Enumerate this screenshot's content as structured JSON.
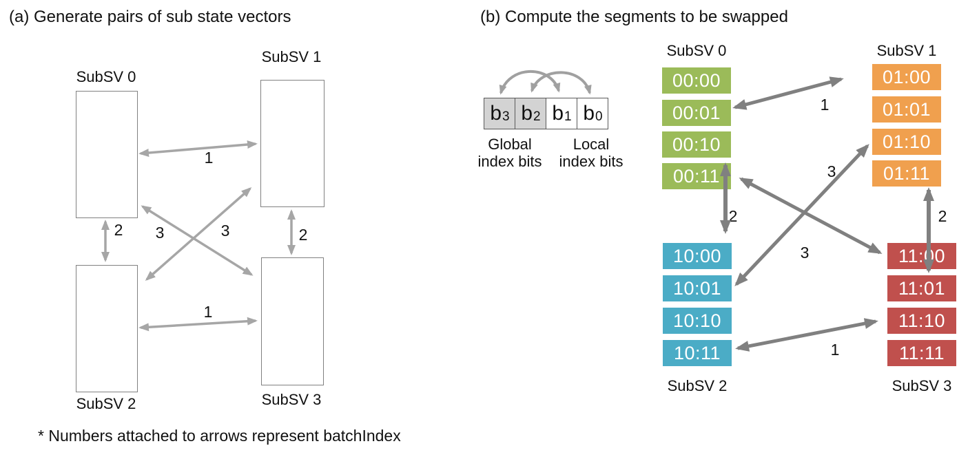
{
  "panel_a": {
    "title": "(a) Generate pairs of sub state vectors",
    "boxes": [
      "SubSV 0",
      "SubSV 1",
      "SubSV 2",
      "SubSV 3"
    ],
    "arrows": [
      {
        "label": "1",
        "between": "SubSV 0 and SubSV 1"
      },
      {
        "label": "1",
        "between": "SubSV 2 and SubSV 3"
      },
      {
        "label": "2",
        "between": "SubSV 0 and SubSV 2"
      },
      {
        "label": "2",
        "between": "SubSV 1 and SubSV 3"
      },
      {
        "label": "3",
        "between": "SubSV 1 and SubSV 2"
      },
      {
        "label": "3",
        "between": "SubSV 0 and SubSV 3"
      }
    ]
  },
  "panel_b": {
    "title": "(b) Compute the segments to be swapped",
    "bit_boxes": [
      {
        "base": "b",
        "sub": "3",
        "shaded": true
      },
      {
        "base": "b",
        "sub": "2",
        "shaded": true
      },
      {
        "base": "b",
        "sub": "1",
        "shaded": false
      },
      {
        "base": "b",
        "sub": "0",
        "shaded": false
      }
    ],
    "bit_group_labels": [
      {
        "text": "Global\nindex bits"
      },
      {
        "text": "Local\nindex bits"
      }
    ],
    "columns": [
      {
        "name": "SubSV 0",
        "color": "#9BBB59",
        "cells": [
          "00:00",
          "00:01",
          "00:10",
          "00:11"
        ]
      },
      {
        "name": "SubSV 1",
        "color": "#F0A04E",
        "cells": [
          "01:00",
          "01:01",
          "01:10",
          "01:11"
        ]
      },
      {
        "name": "SubSV 2",
        "color": "#4BACC6",
        "cells": [
          "10:00",
          "10:01",
          "10:10",
          "10:11"
        ]
      },
      {
        "name": "SubSV 3",
        "color": "#C0504D",
        "cells": [
          "11:00",
          "11:01",
          "11:10",
          "11:11"
        ]
      }
    ],
    "arrows": [
      {
        "label": "1",
        "from": "00:01",
        "to": "01:00"
      },
      {
        "label": "1",
        "from": "10:11",
        "to": "11:10"
      },
      {
        "label": "2",
        "from": "00:11",
        "to": "10:00"
      },
      {
        "label": "2",
        "from": "01:11",
        "to": "11:01"
      },
      {
        "label": "3",
        "from": "00:11",
        "to": "11:00"
      },
      {
        "label": "3",
        "from": "10:01",
        "to": "01:10"
      }
    ]
  },
  "footnote": "* Numbers attached to arrows represent batchIndex",
  "colors": {
    "arrow_light": "#A6A6A6",
    "arrow_dark": "#808080",
    "bit_shaded": "#D3D3D3",
    "green": "#9BBB59",
    "orange": "#F0A04E",
    "teal": "#4BACC6",
    "red": "#C0504D"
  }
}
